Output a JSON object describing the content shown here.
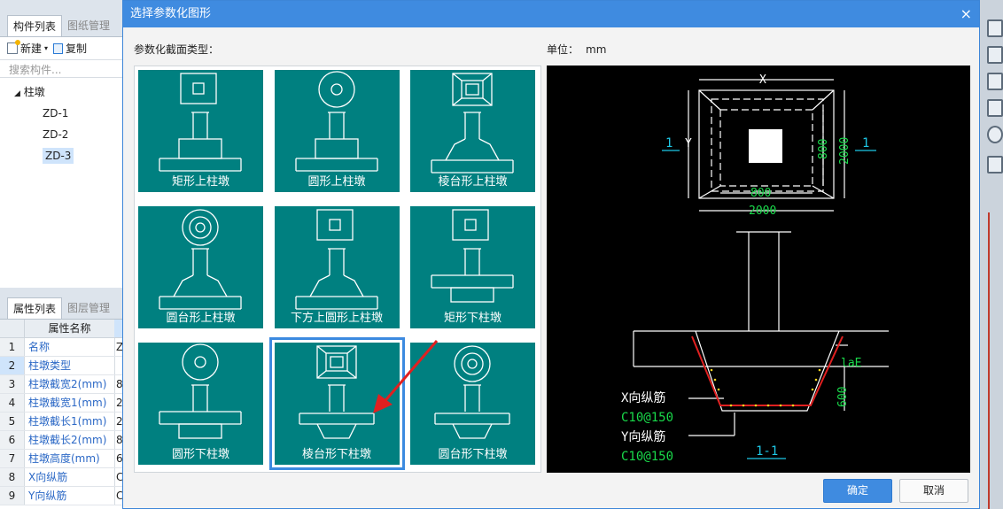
{
  "left_panel": {
    "tabs": [
      "构件列表",
      "图纸管理"
    ],
    "toolbar": {
      "new_label": "新建",
      "copy_label": "复制"
    },
    "search_placeholder": "搜索构件...",
    "tree": {
      "root": "柱墩",
      "items": [
        "ZD-1",
        "ZD-2",
        "ZD-3"
      ],
      "selected": "ZD-3"
    }
  },
  "props_panel": {
    "tabs": [
      "属性列表",
      "图层管理"
    ],
    "header": "属性名称",
    "rows": [
      {
        "num": "1",
        "name": "名称",
        "value": "Z"
      },
      {
        "num": "2",
        "name": "柱墩类型",
        "value": ""
      },
      {
        "num": "3",
        "name": "柱墩截宽2(mm)",
        "value": "8"
      },
      {
        "num": "4",
        "name": "柱墩截宽1(mm)",
        "value": "2"
      },
      {
        "num": "5",
        "name": "柱墩截长1(mm)",
        "value": "2"
      },
      {
        "num": "6",
        "name": "柱墩截长2(mm)",
        "value": "8"
      },
      {
        "num": "7",
        "name": "柱墩高度(mm)",
        "value": "6"
      },
      {
        "num": "8",
        "name": "X向纵筋",
        "value": "C"
      },
      {
        "num": "9",
        "name": "Y向纵筋",
        "value": "C"
      }
    ]
  },
  "dialog": {
    "title": "选择参数化图形",
    "close_symbol": "×",
    "section_label": "参数化截面类型：",
    "unit_label": "单位：",
    "unit_value": "mm",
    "shapes": [
      {
        "label": "矩形上柱墩",
        "top": "rect",
        "kind": "up-rect"
      },
      {
        "label": "圆形上柱墩",
        "top": "circle",
        "kind": "up-rect"
      },
      {
        "label": "棱台形上柱墩",
        "top": "frustum",
        "kind": "up-trap"
      },
      {
        "label": "圆台形上柱墩",
        "top": "circle2",
        "kind": "up-trap"
      },
      {
        "label": "下方上圆形上柱墩",
        "top": "rect",
        "kind": "up-trap"
      },
      {
        "label": "矩形下柱墩",
        "top": "rect",
        "kind": "down-rect"
      },
      {
        "label": "圆形下柱墩",
        "top": "circle",
        "kind": "down-rect"
      },
      {
        "label": "棱台形下柱墩",
        "top": "frustum",
        "kind": "down-trap"
      },
      {
        "label": "圆台形下柱墩",
        "top": "circle2",
        "kind": "down-trap"
      }
    ],
    "selected_index": 7,
    "ok_label": "确定",
    "cancel_label": "取消"
  },
  "preview": {
    "dim_x": "X",
    "dim_y": "Y",
    "dim_800_h": "800",
    "dim_2000_h": "2000",
    "dim_800_v": "800",
    "dim_2000_v": "2000",
    "section_mark": "1",
    "lae": "laE",
    "dim_600": "600",
    "x_rebar_label": "X向纵筋",
    "x_rebar_value": "C10@150",
    "y_rebar_label": "Y向纵筋",
    "y_rebar_value": "C10@150",
    "section_title": "1-1"
  },
  "colors": {
    "accent": "#3f8be0",
    "tile": "#008080",
    "cad_green": "#19d94a",
    "cad_cyan": "#1ec8e6",
    "cad_red": "#e02020"
  }
}
